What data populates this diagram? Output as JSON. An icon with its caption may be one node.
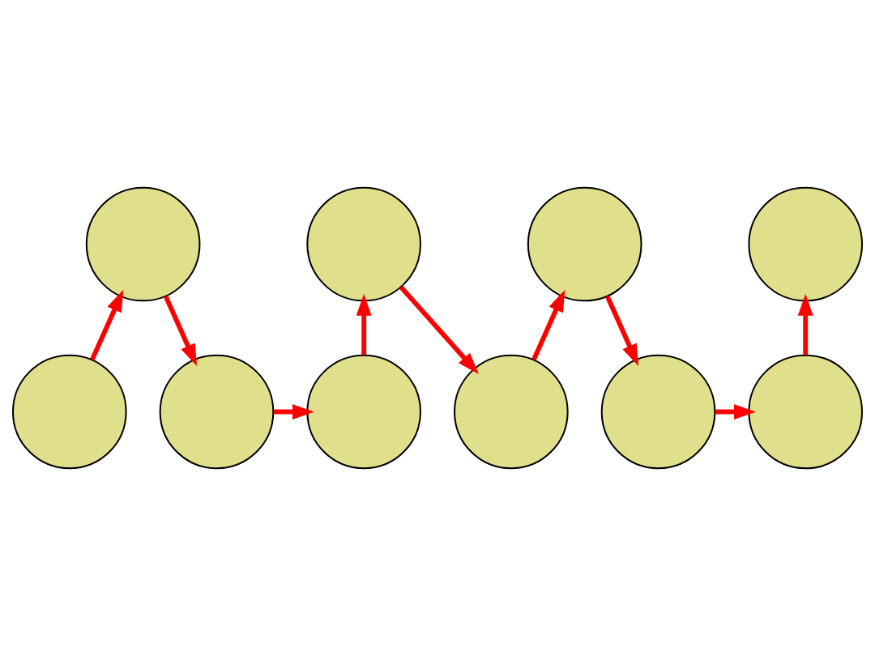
{
  "diagram": {
    "nodes": [
      {
        "text": [],
        "shape": "circle"
      },
      {
        "text": [],
        "shape": "circle"
      },
      {
        "text": [],
        "shape": "circle"
      },
      {
        "text": [],
        "shape": "circle"
      },
      {
        "text": [],
        "shape": "circle"
      },
      {
        "text": [],
        "shape": "circle"
      },
      {
        "text": [],
        "shape": "circle"
      },
      {
        "text": [],
        "shape": "circle"
      },
      {
        "text": [],
        "shape": "circle"
      },
      {
        "text": [],
        "shape": "circle"
      }
    ],
    "edges": [
      {
        "from": 4,
        "to": 0,
        "arrow": "to"
      },
      {
        "from": 0,
        "to": 5,
        "arrow": "to"
      },
      {
        "from": 5,
        "to": 6,
        "arrow": "to"
      },
      {
        "from": 6,
        "to": 1,
        "arrow": "to"
      },
      {
        "from": 1,
        "to": 7,
        "arrow": "to"
      },
      {
        "from": 7,
        "to": 2,
        "arrow": "to"
      },
      {
        "from": 2,
        "to": 8,
        "arrow": "to"
      },
      {
        "from": 8,
        "to": 9,
        "arrow": "to"
      },
      {
        "from": 9,
        "to": 3,
        "arrow": "to"
      }
    ]
  }
}
